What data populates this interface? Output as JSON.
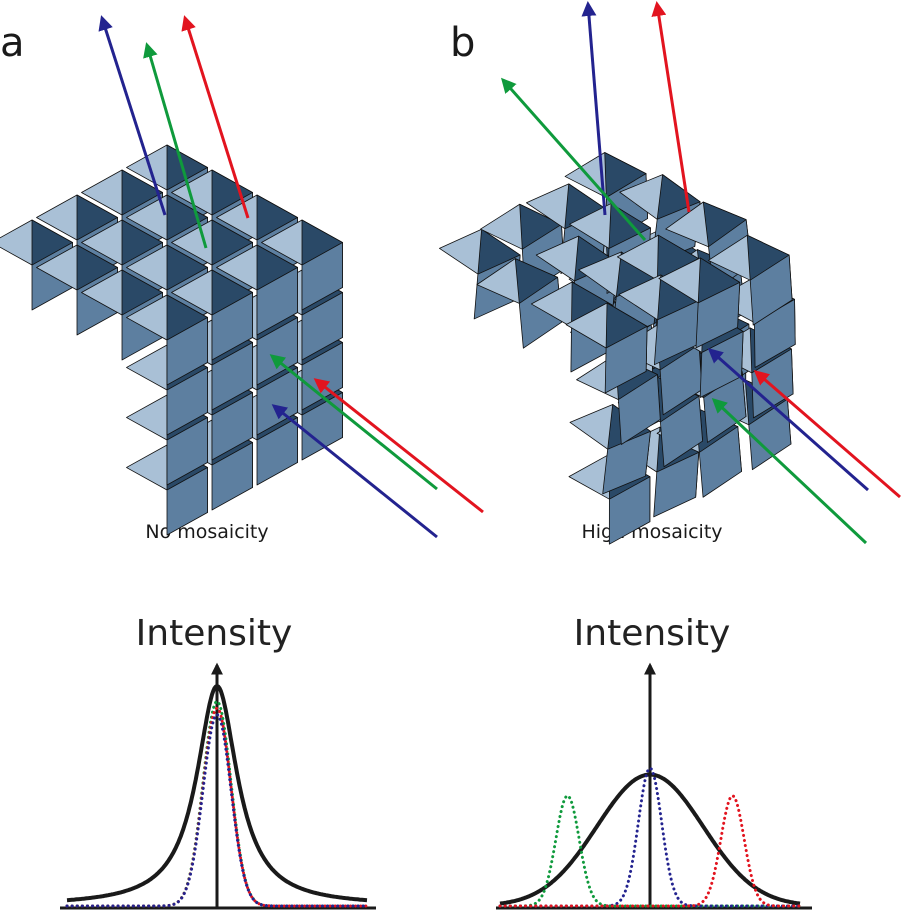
{
  "panels": {
    "a": {
      "letter": "a",
      "caption": "No mosaicity",
      "axis_label": "Intensity"
    },
    "b": {
      "letter": "b",
      "caption": "High mosaicity",
      "axis_label": "Intensity"
    }
  },
  "colors": {
    "cube_top": "#a9c0d6",
    "cube_left": "#2a4967",
    "cube_right": "#5d7fa0",
    "cube_edge": "#111111",
    "ray_red": "#e2141f",
    "ray_green": "#0f9a3c",
    "ray_blue": "#23238f",
    "envelope": "#1a1a1a"
  },
  "chart_data": [
    {
      "type": "line",
      "panel": "a",
      "title": "Intensity",
      "series": [
        {
          "color_key": "envelope",
          "style": "solid",
          "center": 0.0,
          "width": 0.3,
          "peak": 1.0
        },
        {
          "color_key": "ray_green",
          "style": "dotted",
          "center": 0.0,
          "width": 0.24,
          "peak": 0.93
        },
        {
          "color_key": "ray_red",
          "style": "dotted",
          "center": 0.0,
          "width": 0.24,
          "peak": 0.9
        },
        {
          "color_key": "ray_blue",
          "style": "dotted",
          "center": 0.0,
          "width": 0.24,
          "peak": 0.87
        }
      ]
    },
    {
      "type": "line",
      "panel": "b",
      "title": "Intensity",
      "series": [
        {
          "color_key": "envelope",
          "style": "solid",
          "center": 0.0,
          "width": 1.0,
          "peak": 0.62
        },
        {
          "color_key": "ray_green",
          "style": "dotted",
          "center": -0.55,
          "width": 0.2,
          "peak": 0.52
        },
        {
          "color_key": "ray_blue",
          "style": "dotted",
          "center": 0.0,
          "width": 0.2,
          "peak": 0.65
        },
        {
          "color_key": "ray_red",
          "style": "dotted",
          "center": 0.55,
          "width": 0.2,
          "peak": 0.52
        }
      ]
    }
  ]
}
